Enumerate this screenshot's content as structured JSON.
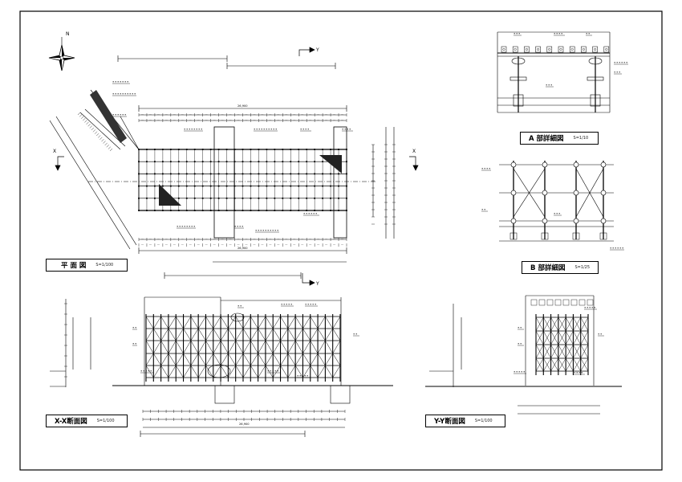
{
  "sheet": {
    "plan": {
      "title": "平 面 図",
      "scale": "S=1/100"
    },
    "detailA": {
      "title": "A 部詳細図",
      "scale": "S=1/10"
    },
    "detailB": {
      "title": "B 部詳細図",
      "scale": "S=1/25"
    },
    "secX": {
      "title": "X-X断面図",
      "scale": "S=1/100"
    },
    "secY": {
      "title": "Y-Y断面図",
      "scale": "S=1/100"
    }
  },
  "north": {
    "mark": "N"
  },
  "markers": {
    "y_top": "Y",
    "y_bottom": "Y",
    "x_left": "X",
    "x_right": "X"
  },
  "dims": {
    "plan_overall_top": "26,900",
    "plan_overall_bottom": "26,900",
    "section_overall": "26,900"
  }
}
